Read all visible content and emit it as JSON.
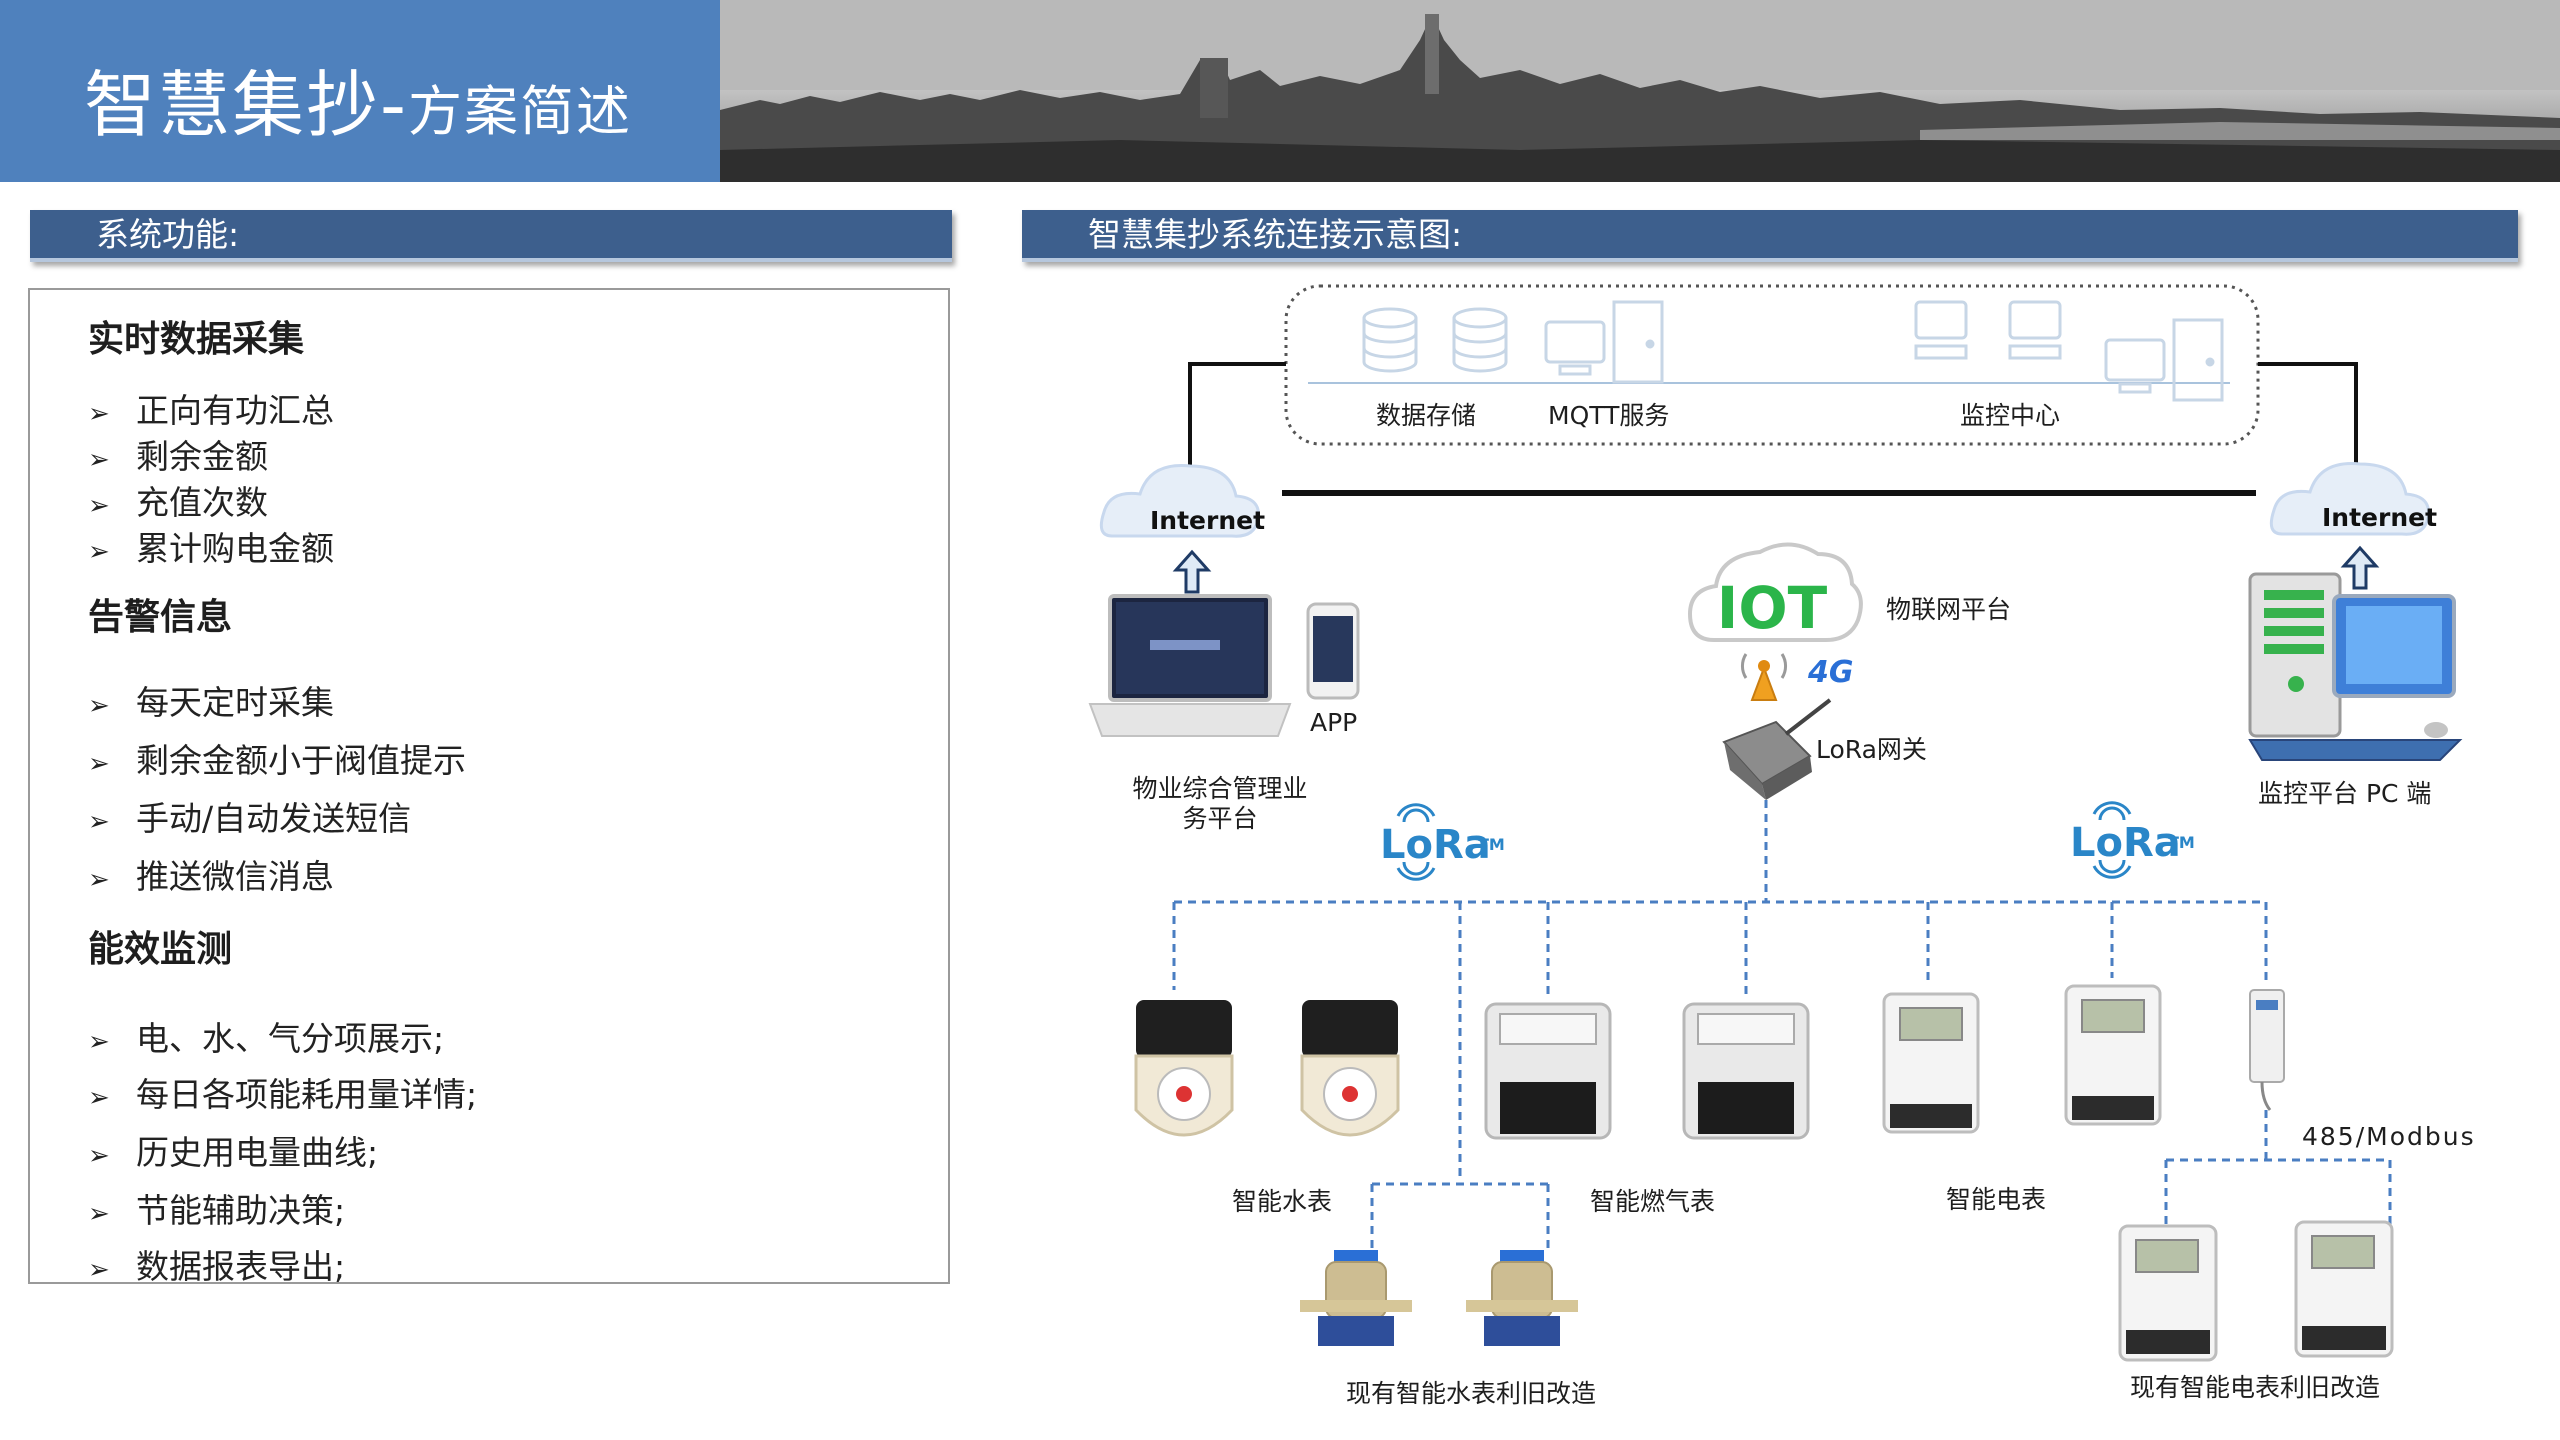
{
  "header": {
    "title_main": "智慧集抄",
    "title_dash": "-",
    "title_sub": "方案简述"
  },
  "left": {
    "section_title": "系统功能:",
    "categories": [
      {
        "name": "实时数据采集",
        "items": [
          "正向有功汇总",
          "剩余金额",
          "充值次数",
          "累计购电金额"
        ]
      },
      {
        "name": "告警信息",
        "items": [
          "每天定时采集",
          "剩余金额小于阀值提示",
          "手动/自动发送短信",
          "推送微信消息"
        ]
      },
      {
        "name": "能效监测",
        "items": [
          "电、水、气分项展示;",
          "每日各项能耗用量详情;",
          "历史用电量曲线;",
          "节能辅助决策;",
          "数据报表导出;"
        ]
      }
    ]
  },
  "right": {
    "section_title": "智慧集抄系统连接示意图:",
    "server_labels": {
      "storage": "数据存储",
      "mqtt": "MQTT服务",
      "monitor": "监控中心"
    },
    "internet": "Internet",
    "app": "APP",
    "property_platform": "物业综合管理业务平台",
    "iot_text": "IOT",
    "iot_label": "物联网平台",
    "signal_4g": "4G",
    "gateway_label": "LoRa网关",
    "monitor_pc": "监控平台 PC 端",
    "lora_logo": "LoRa",
    "tm": "TM",
    "water_meter": "智能水表",
    "gas_meter": "智能燃气表",
    "elec_meter": "智能电表",
    "modbus": "485/Modbus",
    "water_retrofit": "现有智能水表利旧改造",
    "elec_retrofit": "现有智能电表利旧改造"
  },
  "colors": {
    "title_bg": "#4f81bd",
    "section_bar": "#3d5f8d",
    "iot_green": "#2bb54a",
    "lora_blue": "#2a86c8",
    "dash_blue": "#4a7ec2"
  }
}
